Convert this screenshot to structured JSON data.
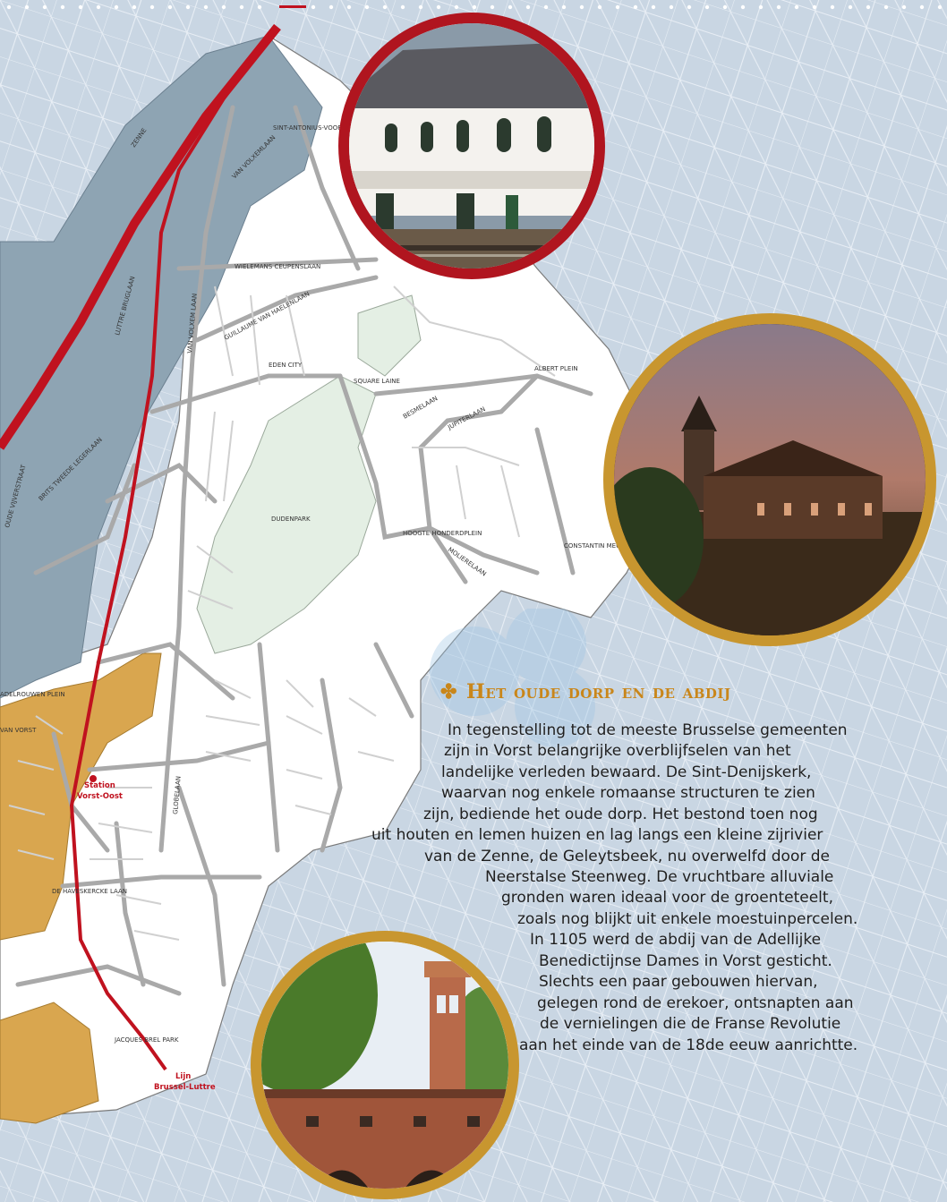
{
  "map": {
    "streets": [
      "ZENNE",
      "SINT-ANTONIUS-VOORPLEIN",
      "VAN VOLXEMLAAN",
      "WIELEMANS CEUPENSLAAN",
      "LUTTRE BRUGLAAN",
      "VAN VOLXEM LAAN",
      "GUILLAUME VAN HAELENLAAN",
      "EDEN CITY",
      "SQUARE LAINE",
      "ALBERT PLEIN",
      "BESMELAAN",
      "JUPITERLAAN",
      "OUDE VIJVERSTRAAT",
      "BRITS TWEEDE LEGERLAAN",
      "DUDENPARK",
      "HOOGTE HONDERDPLEIN",
      "MOLIERELAAN",
      "CONSTANTIN MEUNIER PLEIN",
      "ADELROUWEN PLEIN",
      "VAN VORST",
      "GLOBELAAN",
      "DE HAVESKERCKE LAAN",
      "JACQUES BREL PARK"
    ],
    "station_label": [
      "Station",
      "Vorst-Oost"
    ],
    "line_label": [
      "Lijn",
      "Brussel-Luttre"
    ]
  },
  "photos": {
    "station": "station-photo",
    "painting": "church-painting",
    "abbey": "abbey-photo"
  },
  "article": {
    "title": "Het oude dorp en de abdij",
    "lines": [
      "In tegenstelling tot de meeste Brusselse gemeenten",
      "zijn in Vorst belangrijke overblijfselen van het",
      "landelijke verleden bewaard. De Sint-Denijskerk,",
      "waarvan nog enkele romaanse structuren te zien",
      "zijn, bediende het oude dorp. Het bestond toen nog",
      "uit houten en lemen huizen en lag langs een kleine zijrivier",
      "van de Zenne, de Geleytsbeek, nu overwelfd door de",
      "Neerstalse Steenweg. De vruchtbare alluviale",
      "gronden waren ideaal voor de groenteteelt,",
      "zoals nog blijkt uit enkele moestuinpercelen.",
      "In 1105 werd de abdij van de Adellijke",
      "Benedictijnse Dames in Vorst gesticht.",
      "Slechts een paar gebouwen hiervan,",
      "gelegen rond de erekoer, ontsnapten aan",
      "de vernielingen die de Franse Revolutie",
      "aan het einde van de 18de eeuw aanrichtte."
    ]
  },
  "colors": {
    "water": "#c9d6e3",
    "blue_zone": "#8ea4b3",
    "orange_zone": "#d9a64f",
    "park": "#e4efe4",
    "rail": "#c0121f",
    "gold": "#c9861a"
  }
}
